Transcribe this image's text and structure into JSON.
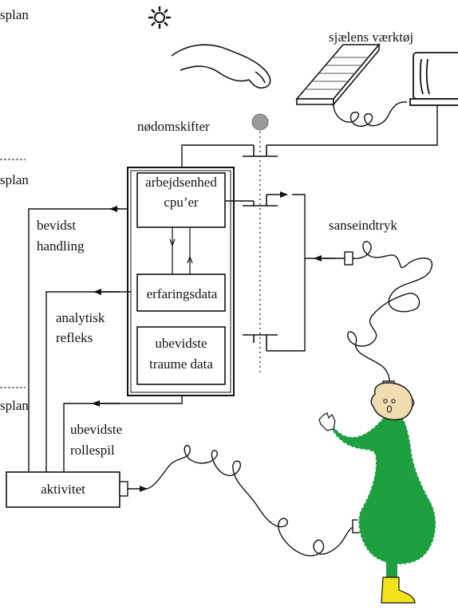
{
  "planes": {
    "top": "splan",
    "middle": "splan",
    "bottom": "splan"
  },
  "devices": {
    "tools_label": "sjælens værktøj",
    "emergency_switch_label": "nødomskifter"
  },
  "mind_box": {
    "cpu_label_1": "arbejdsenhed",
    "cpu_label_2": "cpu’er",
    "experience_label": "erfaringsdata",
    "trauma_label_1": "ubevidste",
    "trauma_label_2": "traume data"
  },
  "flows": {
    "conscious_1": "bevidst",
    "conscious_2": "handling",
    "analytic_1": "analytisk",
    "analytic_2": "refleks",
    "roleplay_1": "ubevidste",
    "roleplay_2": "rollespil",
    "sense_input": "sanseindtryk"
  },
  "activity_label": "aktivitet",
  "colors": {
    "line": "#111111",
    "dotted": "#555555",
    "switch_knob": "#9a9a9a",
    "figure_body": "#1fa040",
    "figure_head": "#efdcb0",
    "boot": "#f2e21a"
  },
  "icons": [
    "sun-icon",
    "hand-icon",
    "keyboard-icon",
    "monitor-icon",
    "person-icon"
  ]
}
